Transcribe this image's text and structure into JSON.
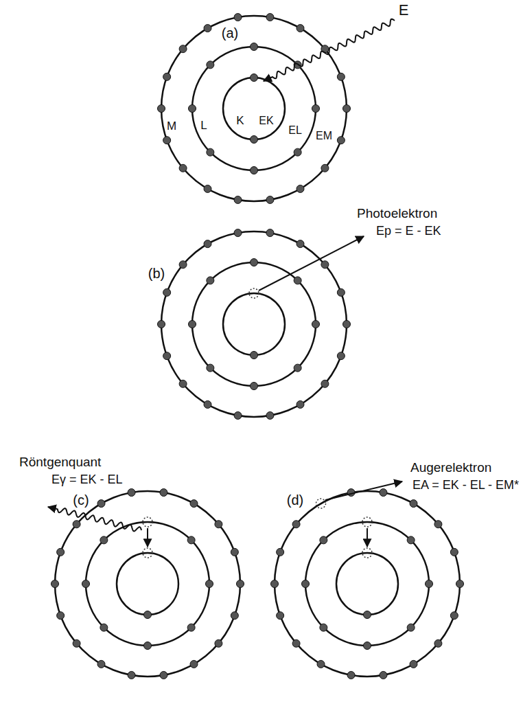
{
  "diagram": {
    "labels": [
      "(a)",
      "E",
      "M",
      "L",
      "K",
      "EK",
      "EL",
      "EM",
      "(b)",
      "Photoelektron",
      "Ep = E - EK",
      "Röntgenquant",
      "Eγ = EK - EL",
      "(c)",
      "(d)",
      "Augerelektron",
      "EA = EK - EL - EM*"
    ]
  }
}
